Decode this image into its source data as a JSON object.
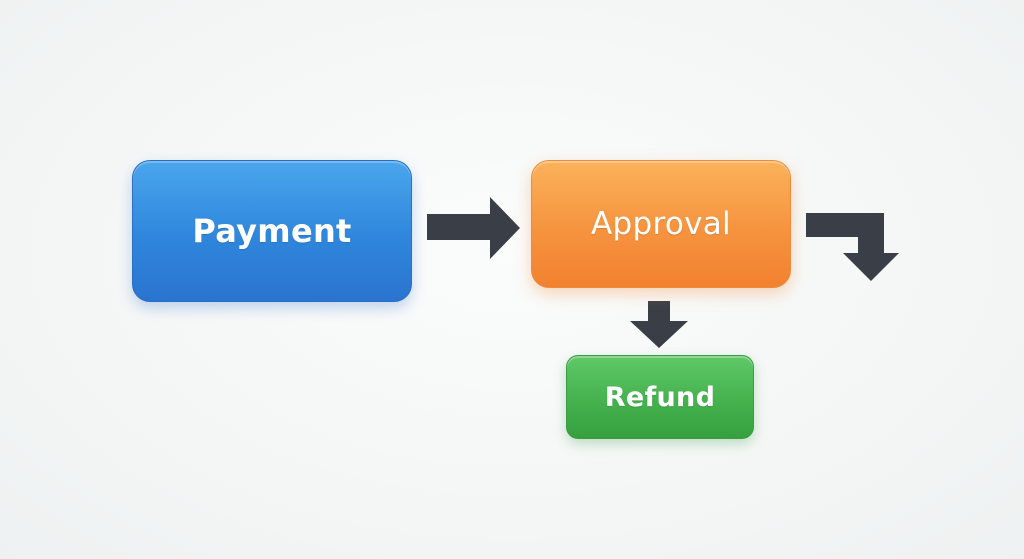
{
  "diagram": {
    "nodes": {
      "payment": {
        "label": "Payment"
      },
      "approval": {
        "label": "Approval"
      },
      "refund": {
        "label": "Refund"
      }
    },
    "edges": [
      {
        "from": "payment",
        "to": "approval"
      },
      {
        "from": "approval",
        "to": "refund"
      },
      {
        "from": "approval",
        "to": ""
      }
    ],
    "colors": {
      "payment": "#3a8fe0",
      "approval": "#f6933f",
      "refund": "#43b04c",
      "arrow": "#3a3f47"
    }
  }
}
